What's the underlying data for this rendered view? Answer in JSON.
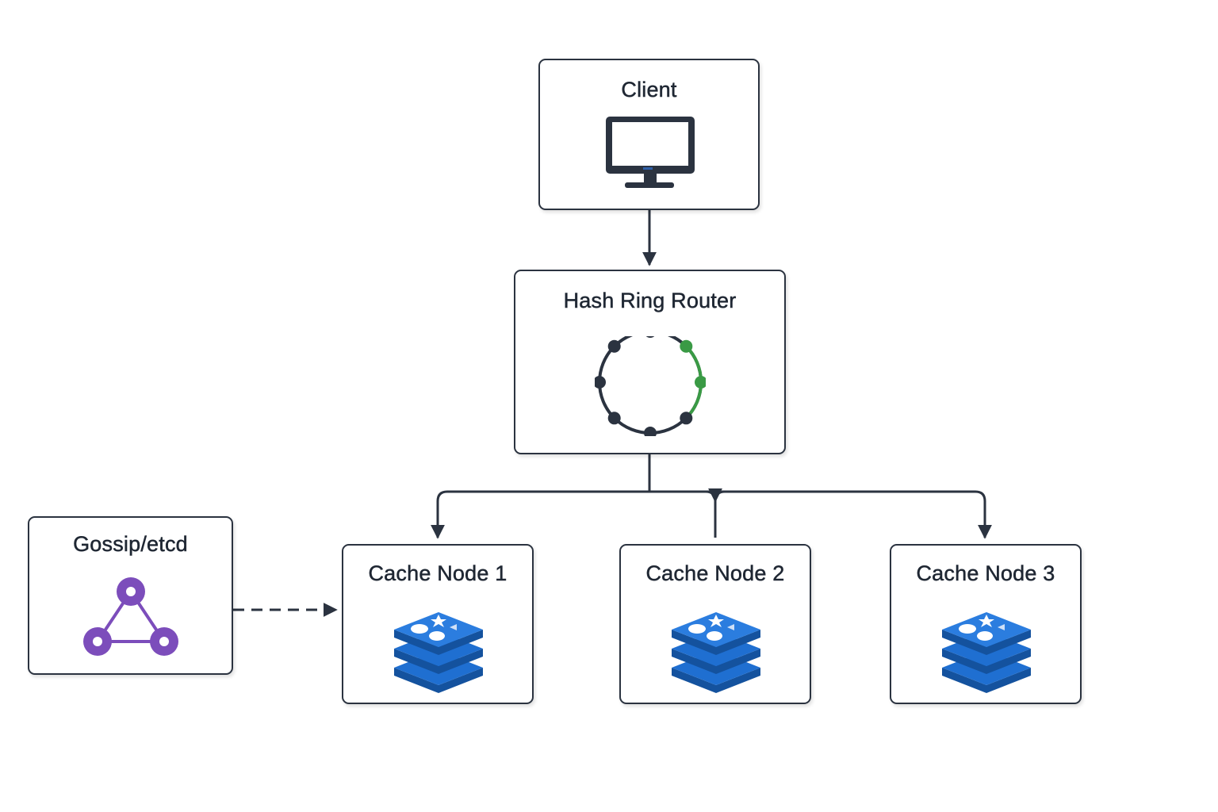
{
  "nodes": {
    "client": {
      "label": "Client",
      "icon": "monitor-icon"
    },
    "router": {
      "label": "Hash Ring Router",
      "icon": "hash-ring-icon"
    },
    "gossip": {
      "label": "Gossip/etcd",
      "icon": "cluster-triangle-icon"
    },
    "cache_nodes": [
      {
        "label": "Cache Node 1",
        "icon": "redis-stack-icon"
      },
      {
        "label": "Cache Node 2",
        "icon": "redis-stack-icon"
      },
      {
        "label": "Cache Node 3",
        "icon": "redis-stack-icon"
      }
    ]
  },
  "edges": [
    {
      "from": "Client",
      "to": "Hash Ring Router",
      "style": "solid"
    },
    {
      "from": "Hash Ring Router",
      "to": "Cache Node 1",
      "style": "solid"
    },
    {
      "from": "Hash Ring Router",
      "to": "Cache Node 2",
      "style": "solid"
    },
    {
      "from": "Hash Ring Router",
      "to": "Cache Node 3",
      "style": "solid"
    },
    {
      "from": "Gossip/etcd",
      "to": "Cache Node 1",
      "style": "dashed"
    }
  ],
  "colors": {
    "outline": "#2b3340",
    "text": "#1f2733",
    "ring_highlight": "#3a9a45",
    "gossip": "#7c4dbb",
    "cache_blue": "#1f6fd1"
  }
}
